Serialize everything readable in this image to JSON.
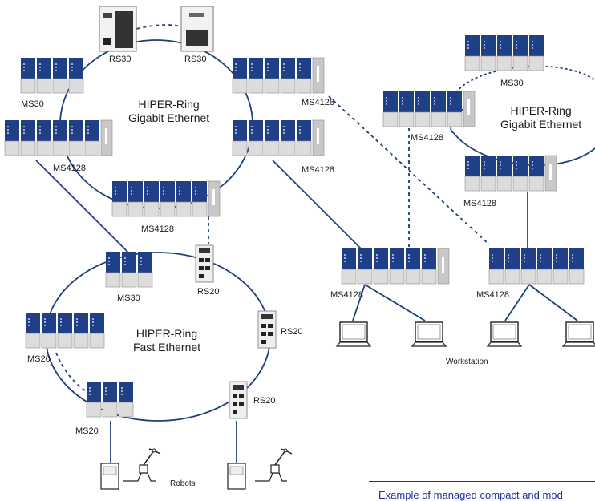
{
  "rings": {
    "gigabit_left": [
      "HIPER-Ring",
      "Gigabit Ethernet"
    ],
    "gigabit_right": [
      "HIPER-Ring",
      "Gigabit Ethernet"
    ],
    "fast": [
      "HIPER-Ring",
      "Fast Ethernet"
    ]
  },
  "devices": {
    "rs30_left": "RS30",
    "rs30_right": "RS30",
    "ms30_top": "MS30",
    "ms4128_top_right": "MS4128",
    "ms4128_left": "MS4128",
    "ms4128_right": "MS4128",
    "ms4128_bottom": "MS4128",
    "ms30_fast": "MS30",
    "rs20_top": "RS20",
    "rs20_mid": "RS20",
    "rs20_bottom": "RS20",
    "ms20_left": "MS20",
    "ms20_bottom": "MS20",
    "ms30_net2": "MS30",
    "ms4128_net2_left": "MS4128",
    "ms4128_net2_right": "MS4128",
    "ms4128_ws_left": "MS4128",
    "ms4128_ws_right": "MS4128"
  },
  "labels": {
    "workstation": "Workstation",
    "robots": "Robots"
  },
  "caption": "Example of managed compact and mod",
  "colors": {
    "switch_blue": "#1f3f86",
    "switch_grey": "#d8d8d8",
    "link": "#1f3f7a",
    "caption": "#1f2fa8"
  }
}
